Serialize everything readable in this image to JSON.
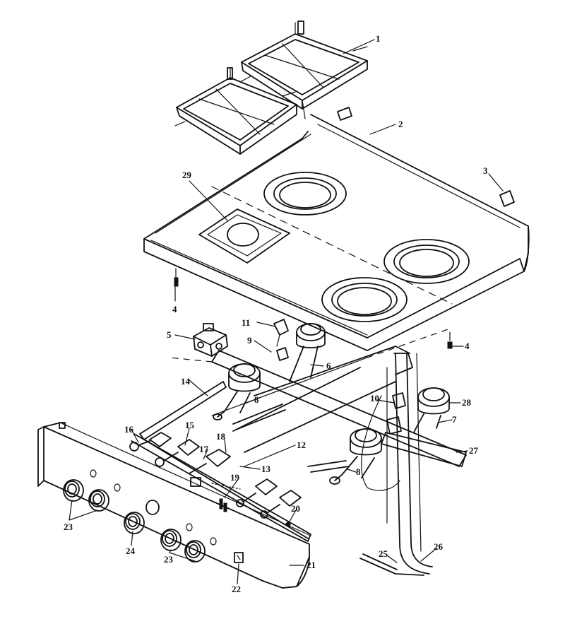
{
  "diagram": {
    "callouts": [
      {
        "id": "c1",
        "text": "1"
      },
      {
        "id": "c2",
        "text": "2"
      },
      {
        "id": "c3",
        "text": "3"
      },
      {
        "id": "c4a",
        "text": "4"
      },
      {
        "id": "c4b",
        "text": "4"
      },
      {
        "id": "c5",
        "text": "5"
      },
      {
        "id": "c6",
        "text": "6"
      },
      {
        "id": "c7",
        "text": "7"
      },
      {
        "id": "c8a",
        "text": "8"
      },
      {
        "id": "c8b",
        "text": "8"
      },
      {
        "id": "c9",
        "text": "9"
      },
      {
        "id": "c10",
        "text": "10"
      },
      {
        "id": "c11",
        "text": "11"
      },
      {
        "id": "c12",
        "text": "12"
      },
      {
        "id": "c13",
        "text": "13"
      },
      {
        "id": "c14",
        "text": "14"
      },
      {
        "id": "c15",
        "text": "15"
      },
      {
        "id": "c16",
        "text": "16"
      },
      {
        "id": "c17",
        "text": "17"
      },
      {
        "id": "c18",
        "text": "18"
      },
      {
        "id": "c19",
        "text": "19"
      },
      {
        "id": "c20",
        "text": "20"
      },
      {
        "id": "c21",
        "text": "21"
      },
      {
        "id": "c22",
        "text": "22"
      },
      {
        "id": "c23a",
        "text": "23"
      },
      {
        "id": "c23b",
        "text": "23"
      },
      {
        "id": "c24",
        "text": "24"
      },
      {
        "id": "c25",
        "text": "25"
      },
      {
        "id": "c26",
        "text": "26"
      },
      {
        "id": "c27",
        "text": "27"
      },
      {
        "id": "c28",
        "text": "28"
      },
      {
        "id": "c29",
        "text": "29"
      }
    ]
  }
}
